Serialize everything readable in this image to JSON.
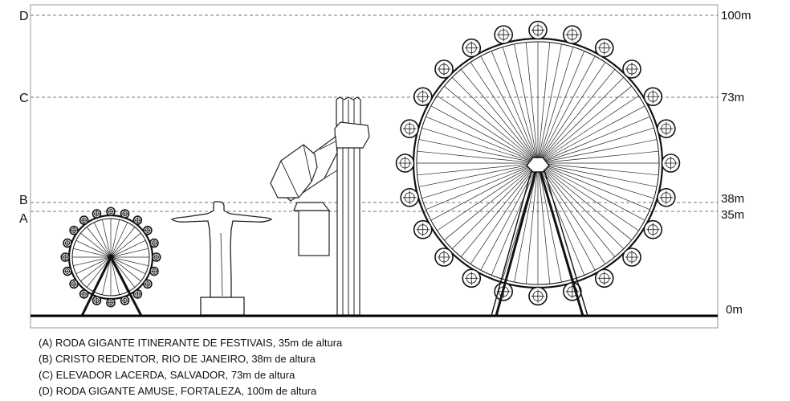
{
  "levels": [
    {
      "letter": "D",
      "height_m": 100,
      "label": "100m"
    },
    {
      "letter": "C",
      "height_m": 73,
      "label": "73m"
    },
    {
      "letter": "B",
      "height_m": 38,
      "label": "38m"
    },
    {
      "letter": "A",
      "height_m": 35,
      "label": "35m"
    }
  ],
  "ground_label": "0m",
  "structures": [
    {
      "id": "A",
      "height_m": 35
    },
    {
      "id": "B",
      "height_m": 38
    },
    {
      "id": "C",
      "height_m": 73
    },
    {
      "id": "D",
      "height_m": 100
    }
  ],
  "legend": [
    "(A) RODA GIGANTE ITINERANTE DE FESTIVAIS, 35m de altura",
    "(B) CRISTO REDENTOR, RIO DE JANEIRO, 38m de altura",
    "(C) ELEVADOR LACERDA, SALVADOR, 73m de altura",
    "(D) RODA GIGANTE AMUSE, FORTALEZA, 100m de altura"
  ]
}
